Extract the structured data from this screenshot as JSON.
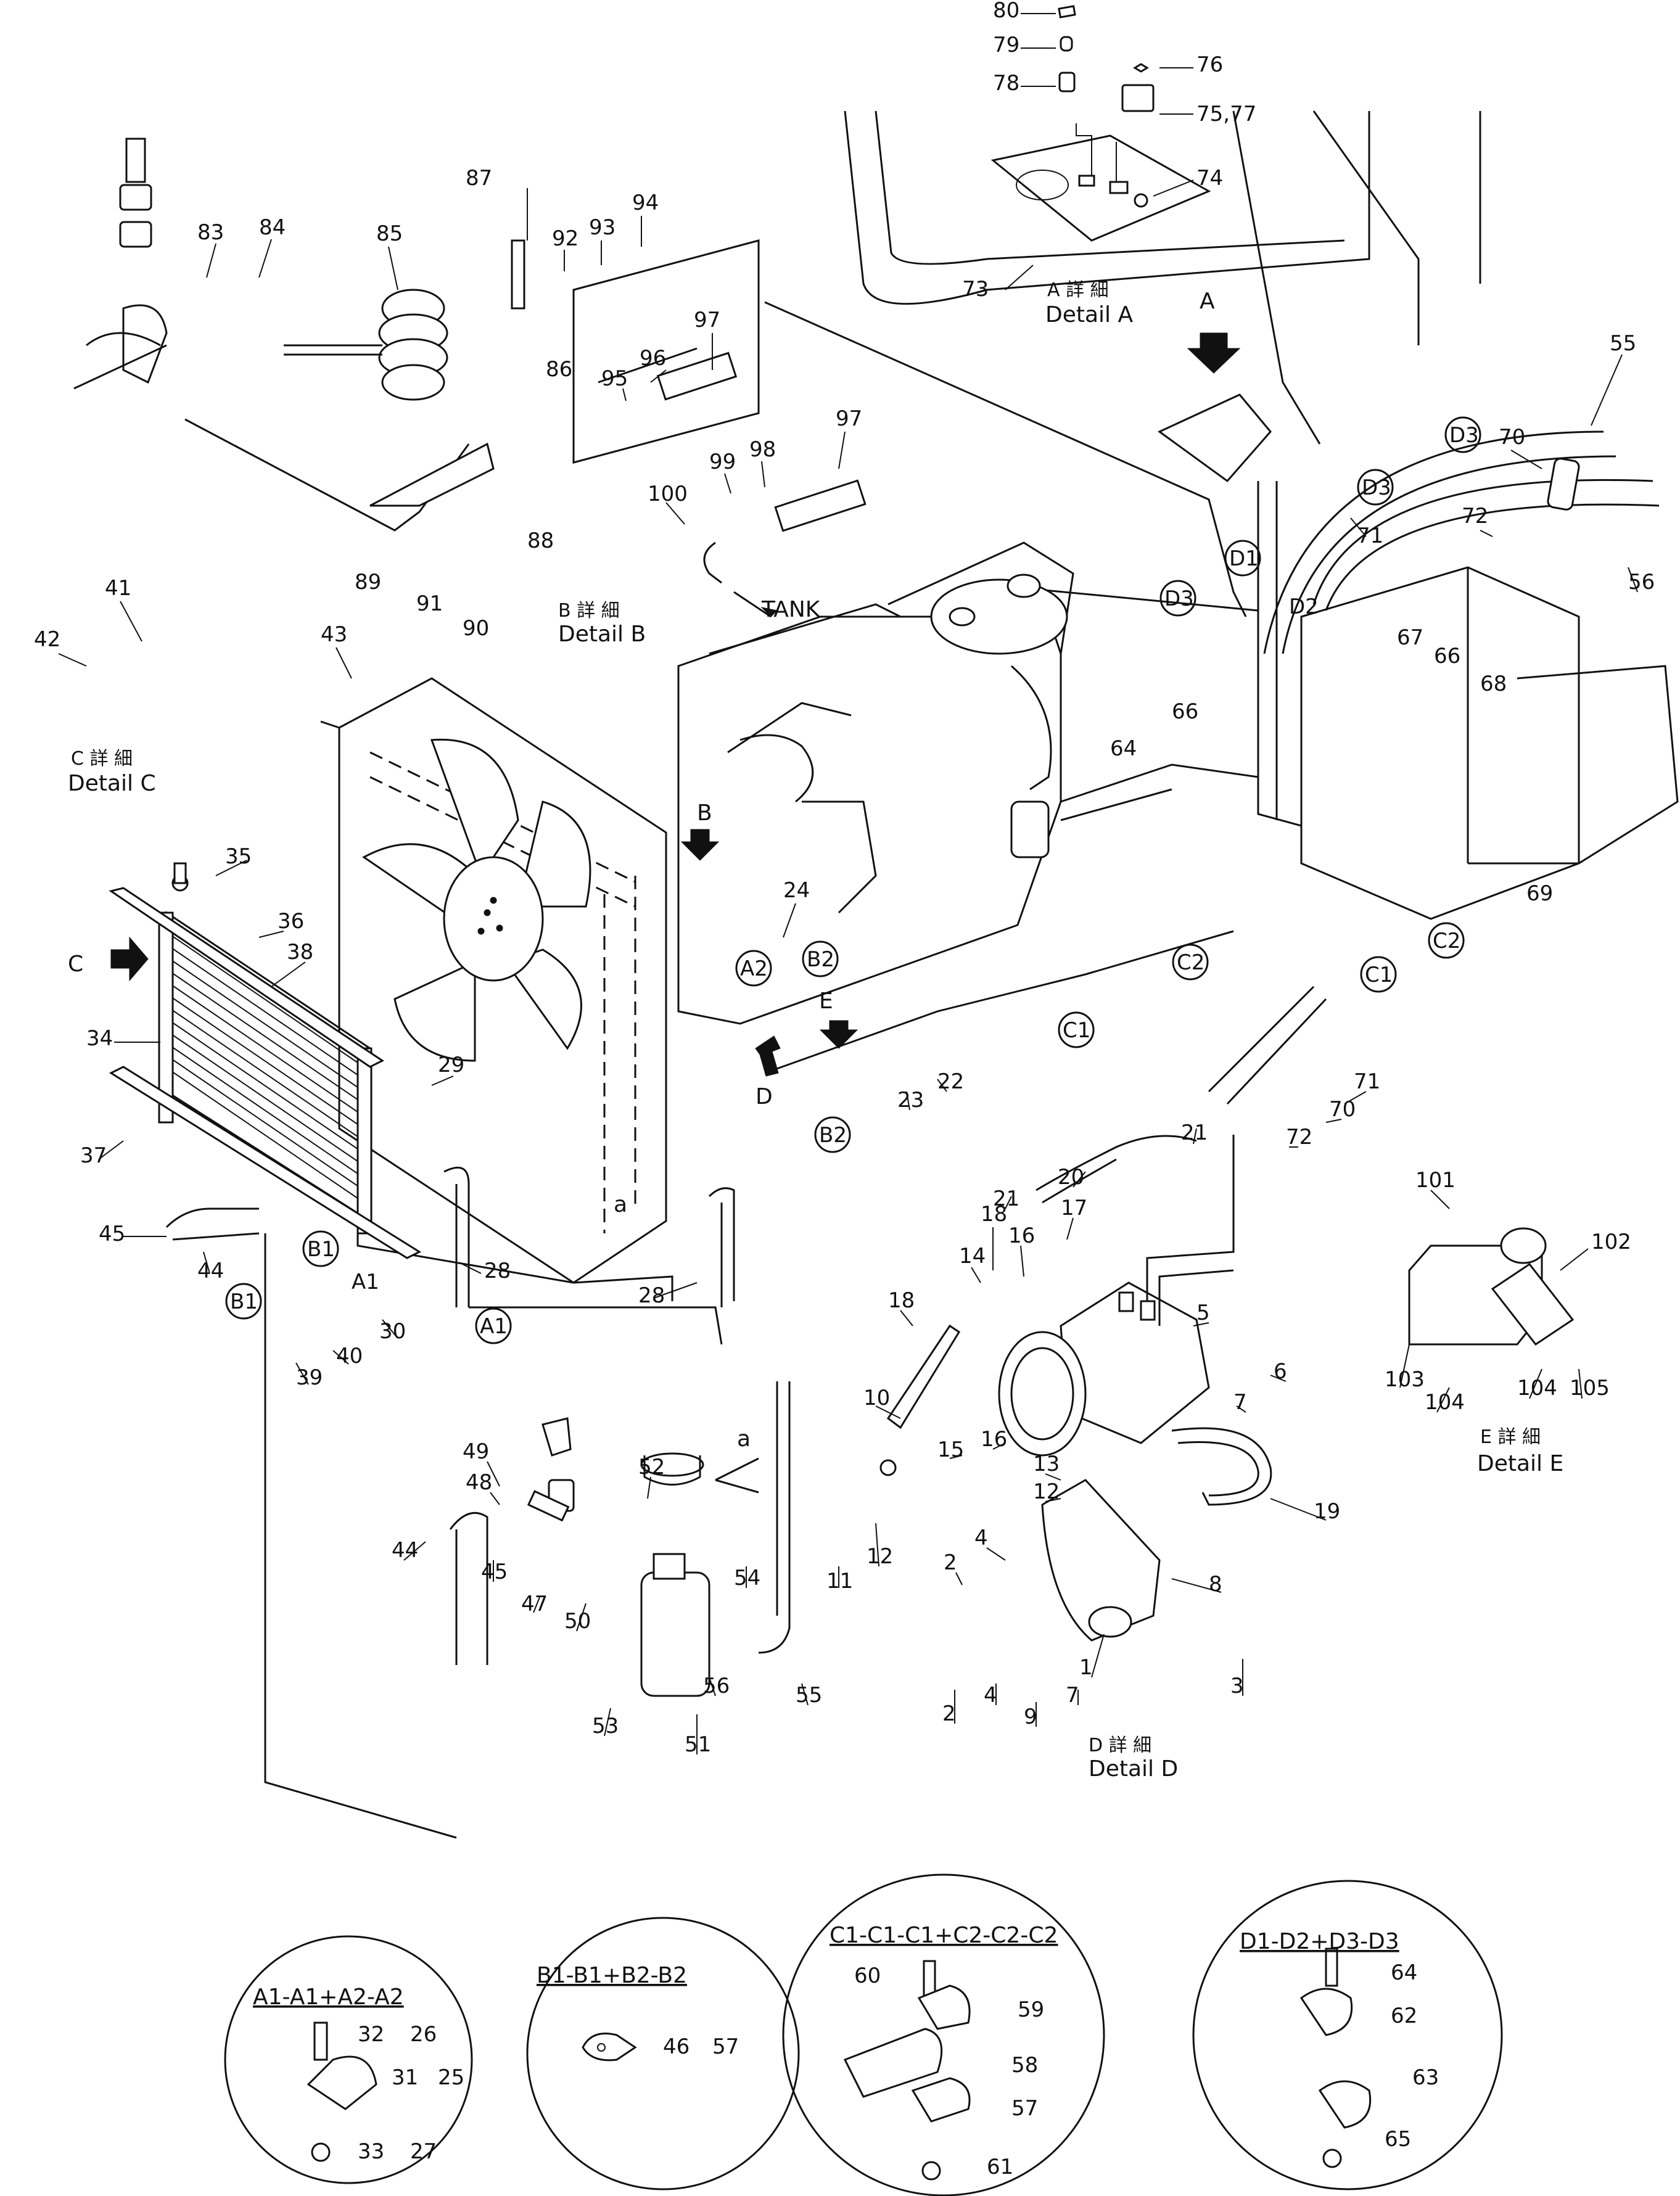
{
  "callouts": {
    "n1": "1",
    "n2a": "2",
    "n2b": "2",
    "n3": "3",
    "n4a": "4",
    "n4b": "4",
    "n5": "5",
    "n6": "6",
    "n7a": "7",
    "n7b": "7",
    "n8": "8",
    "n9": "9",
    "n10": "10",
    "n11": "11",
    "n12a": "12",
    "n12b": "12",
    "n13": "13",
    "n14": "14",
    "n15": "15",
    "n16a": "16",
    "n16b": "16",
    "n17": "17",
    "n18a": "18",
    "n18b": "18",
    "n19": "19",
    "n20": "20",
    "n21a": "21",
    "n21b": "21",
    "n22": "22",
    "n23": "23",
    "n24": "24",
    "n28a": "28",
    "n28b": "28",
    "n29": "29",
    "n30": "30",
    "n34": "34",
    "n35": "35",
    "n36": "36",
    "n37": "37",
    "n38": "38",
    "n39": "39",
    "n40": "40",
    "n41": "41",
    "n42": "42",
    "n43": "43",
    "n44a": "44",
    "n44b": "44",
    "n45a": "45",
    "n45b": "45",
    "n47": "47",
    "n48": "48",
    "n49": "49",
    "n50": "50",
    "n51": "51",
    "n52": "52",
    "n53": "53",
    "n54": "54",
    "n55a": "55",
    "n55b": "55",
    "n56a": "56",
    "n56b": "56",
    "n64": "64",
    "n66a": "66",
    "n66b": "66",
    "n67": "67",
    "n68": "68",
    "n69": "69",
    "n70a": "70",
    "n70b": "70",
    "n71a": "71",
    "n71b": "71",
    "n72a": "72",
    "n72b": "72",
    "n73": "73",
    "n74": "74",
    "n75_77": "75,77",
    "n76": "76",
    "n78": "78",
    "n79": "79",
    "n80": "80",
    "n83": "83",
    "n84": "84",
    "n85": "85",
    "n86": "86",
    "n87": "87",
    "n88": "88",
    "n89": "89",
    "n90": "90",
    "n91": "91",
    "n92": "92",
    "n93": "93",
    "n94": "94",
    "n95": "95",
    "n96": "96",
    "n97a": "97",
    "n97b": "97",
    "n98": "98",
    "n99": "99",
    "n100": "100",
    "n101": "101",
    "n102": "102",
    "n103": "103",
    "n104a": "104",
    "n104b": "104",
    "n105": "105"
  },
  "markers": {
    "A1": "A1",
    "A1b": "A1",
    "A2": "A2",
    "B1": "B1",
    "B1b": "B1",
    "B2": "B2",
    "B2b": "B2",
    "C1": "C1",
    "C1b": "C1",
    "C2": "C2",
    "C2b": "C2",
    "D1": "D1",
    "D2": "D2",
    "D3": "D3",
    "D3b": "D3",
    "D3c": "D3"
  },
  "view_arrows": {
    "A": "A",
    "B": "B",
    "C": "C",
    "D": "D",
    "E": "E",
    "a1": "a",
    "a2": "a"
  },
  "text_labels": {
    "tank": "TANK"
  },
  "details": {
    "A": {
      "kanji": "A 詳 細",
      "english": "Detail A"
    },
    "B": {
      "kanji": "B 詳 細",
      "english": "Detail B"
    },
    "C": {
      "kanji": "C 詳 細",
      "english": "Detail C"
    },
    "D": {
      "kanji": "D 詳 細",
      "english": "Detail D"
    },
    "E": {
      "kanji": "E 詳 細",
      "english": "Detail E"
    }
  },
  "sections": [
    {
      "title": "A1-A1+A2-A2",
      "labels": [
        "32",
        "26",
        "31",
        "25",
        "33",
        "27"
      ]
    },
    {
      "title": "B1-B1+B2-B2",
      "labels": [
        "46",
        "57"
      ]
    },
    {
      "title": "C1-C1-C1+C2-C2-C2",
      "labels": [
        "60",
        "59",
        "58",
        "57",
        "61"
      ]
    },
    {
      "title": "D1-D2+D3-D3",
      "labels": [
        "64",
        "62",
        "63",
        "65"
      ]
    }
  ]
}
